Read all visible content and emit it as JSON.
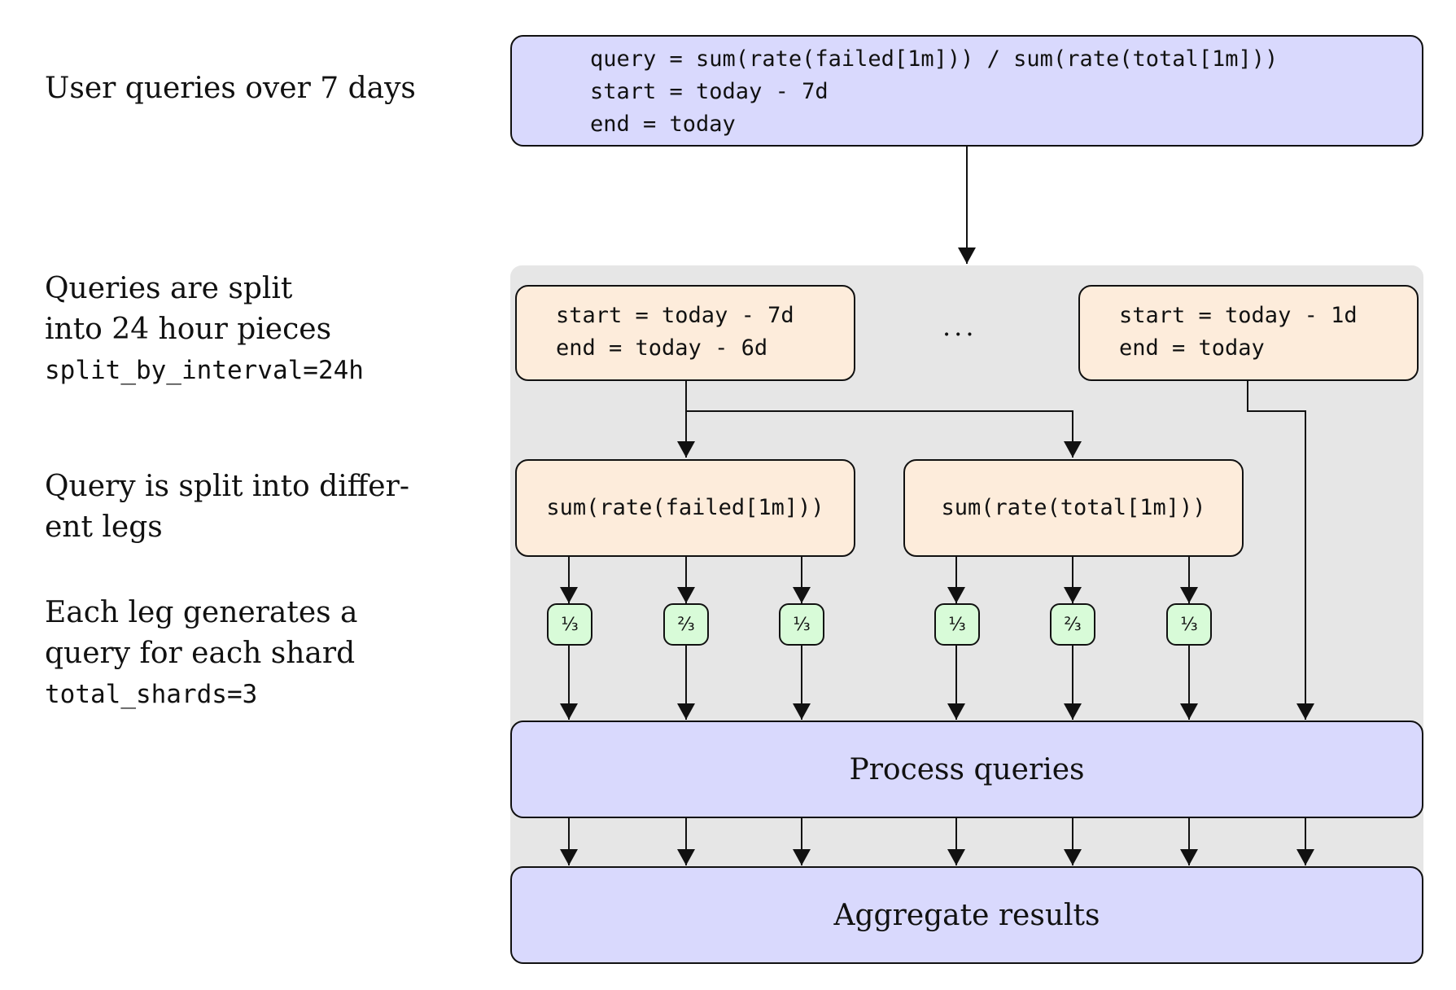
{
  "labels": {
    "user_queries": [
      "User queries over 7 days"
    ],
    "split_interval": [
      "Queries are split",
      "into 24 hour pieces",
      "split_by_interval=24h"
    ],
    "split_legs": [
      "Query is split into differ-",
      "ent legs"
    ],
    "shards": [
      "Each leg generates a",
      "query for each shard",
      "total_shards=3"
    ]
  },
  "top_query": {
    "lines": [
      "query = sum(rate(failed[1m])) / sum(rate(total[1m]))",
      "start = today - 7d",
      "end = today"
    ]
  },
  "interval_first": {
    "lines": [
      "start = today - 7d",
      "end = today - 6d"
    ]
  },
  "interval_ellipsis": "...",
  "interval_last": {
    "lines": [
      "start = today - 1d",
      "end = today"
    ]
  },
  "legs": [
    "sum(rate(failed[1m]))",
    "sum(rate(total[1m]))"
  ],
  "shards": [
    "⅓",
    "⅔",
    "⅓",
    "⅓",
    "⅔",
    "⅓"
  ],
  "process": "Process queries",
  "aggregate": "Aggregate results",
  "colors": {
    "query_box": "#d9d9fd",
    "interval_box": "#fdecdb",
    "shard_box": "#d8fbd8",
    "group_background": "#e6e6e6"
  }
}
